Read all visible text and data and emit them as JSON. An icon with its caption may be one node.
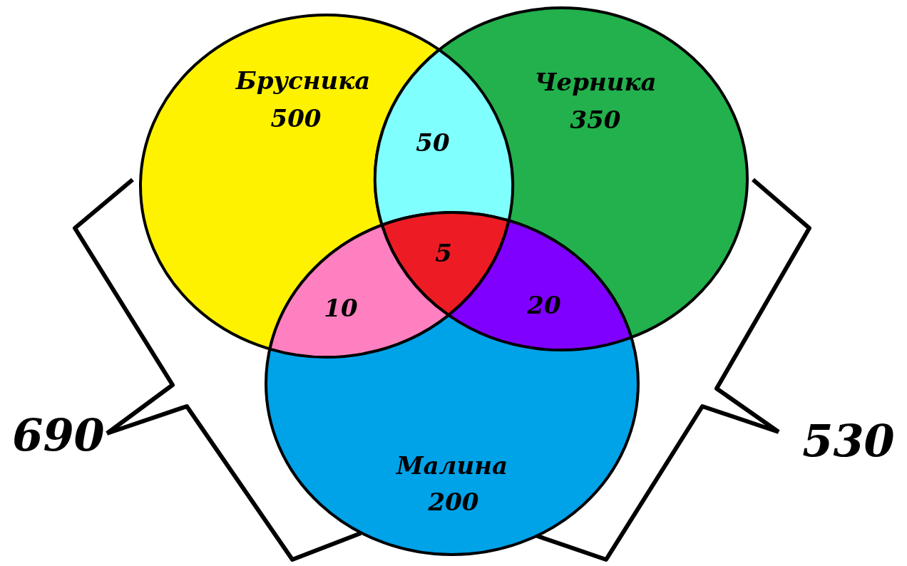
{
  "diagram": {
    "nodes": [
      {
        "text": [
          "Брусника",
          "500"
        ]
      },
      {
        "text": [
          "Черника",
          "350"
        ]
      },
      {
        "text": [
          "50"
        ]
      },
      {
        "text": [
          "5"
        ]
      },
      {
        "text": [
          "10"
        ]
      },
      {
        "text": [
          "20"
        ]
      },
      {
        "text": [
          "Малина",
          "200"
        ]
      }
    ],
    "edges": [],
    "labels": [
      "690",
      "530"
    ]
  }
}
